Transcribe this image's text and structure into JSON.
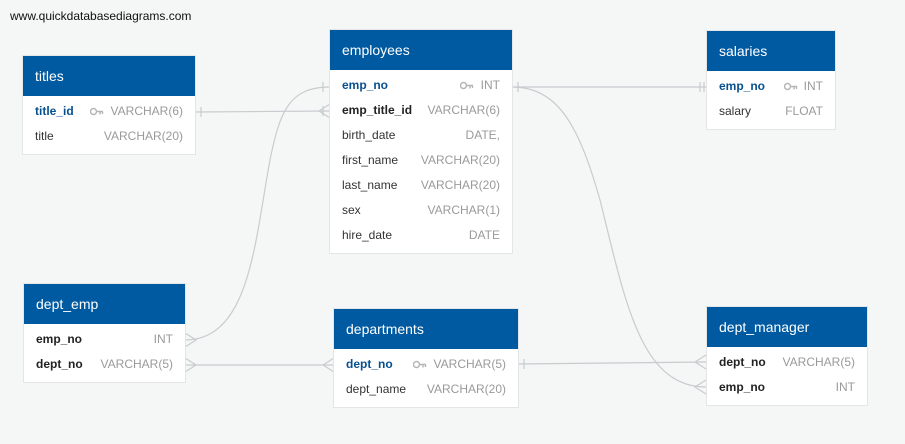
{
  "watermark": "www.quickdatabasediagrams.com",
  "tables": {
    "titles": {
      "name": "titles",
      "fields": [
        {
          "name": "title_id",
          "type": "VARCHAR(6)"
        },
        {
          "name": "title",
          "type": "VARCHAR(20)"
        }
      ]
    },
    "employees": {
      "name": "employees",
      "fields": [
        {
          "name": "emp_no",
          "type": "INT"
        },
        {
          "name": "emp_title_id",
          "type": "VARCHAR(6)"
        },
        {
          "name": "birth_date",
          "type": "DATE,"
        },
        {
          "name": "first_name",
          "type": "VARCHAR(20)"
        },
        {
          "name": "last_name",
          "type": "VARCHAR(20)"
        },
        {
          "name": "sex",
          "type": "VARCHAR(1)"
        },
        {
          "name": "hire_date",
          "type": "DATE"
        }
      ]
    },
    "salaries": {
      "name": "salaries",
      "fields": [
        {
          "name": "emp_no",
          "type": "INT"
        },
        {
          "name": "salary",
          "type": "FLOAT"
        }
      ]
    },
    "dept_emp": {
      "name": "dept_emp",
      "fields": [
        {
          "name": "emp_no",
          "type": "INT"
        },
        {
          "name": "dept_no",
          "type": "VARCHAR(5)"
        }
      ]
    },
    "departments": {
      "name": "departments",
      "fields": [
        {
          "name": "dept_no",
          "type": "VARCHAR(5)"
        },
        {
          "name": "dept_name",
          "type": "VARCHAR(20)"
        }
      ]
    },
    "dept_manager": {
      "name": "dept_manager",
      "fields": [
        {
          "name": "dept_no",
          "type": "VARCHAR(5)"
        },
        {
          "name": "emp_no",
          "type": "INT"
        }
      ]
    }
  },
  "colors": {
    "header": "#005aa1",
    "primary_key_text": "#07508f",
    "connector": "#c8cccf",
    "type_text": "#9a9a9a"
  }
}
